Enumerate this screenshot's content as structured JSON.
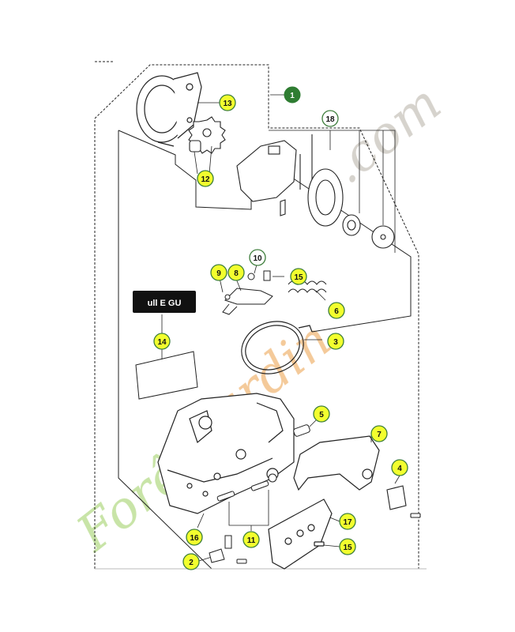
{
  "colors": {
    "callout_fill": "#f2ff2e",
    "callout_stroke": "#3c7d3a",
    "assembly_fill": "#2f7d32",
    "watermark_green": "#b6db8a",
    "watermark_orange": "#f0b878",
    "watermark_grey": "#c9c4bc",
    "line": "#222222"
  },
  "callouts": {
    "c1": "1",
    "c2": "2",
    "c3": "3",
    "c4": "4",
    "c5": "5",
    "c6": "6",
    "c7": "7",
    "c8": "8",
    "c9": "9",
    "c10": "10",
    "c11": "11",
    "c12": "12",
    "c13": "13",
    "c14": "14",
    "c15a": "15",
    "c15b": "15",
    "c16": "16",
    "c17": "17",
    "c18": "18"
  },
  "decal_text": "ull E GU",
  "watermark": {
    "part1": "Forêt",
    "part2": "Jardin",
    "part3": ".com"
  }
}
